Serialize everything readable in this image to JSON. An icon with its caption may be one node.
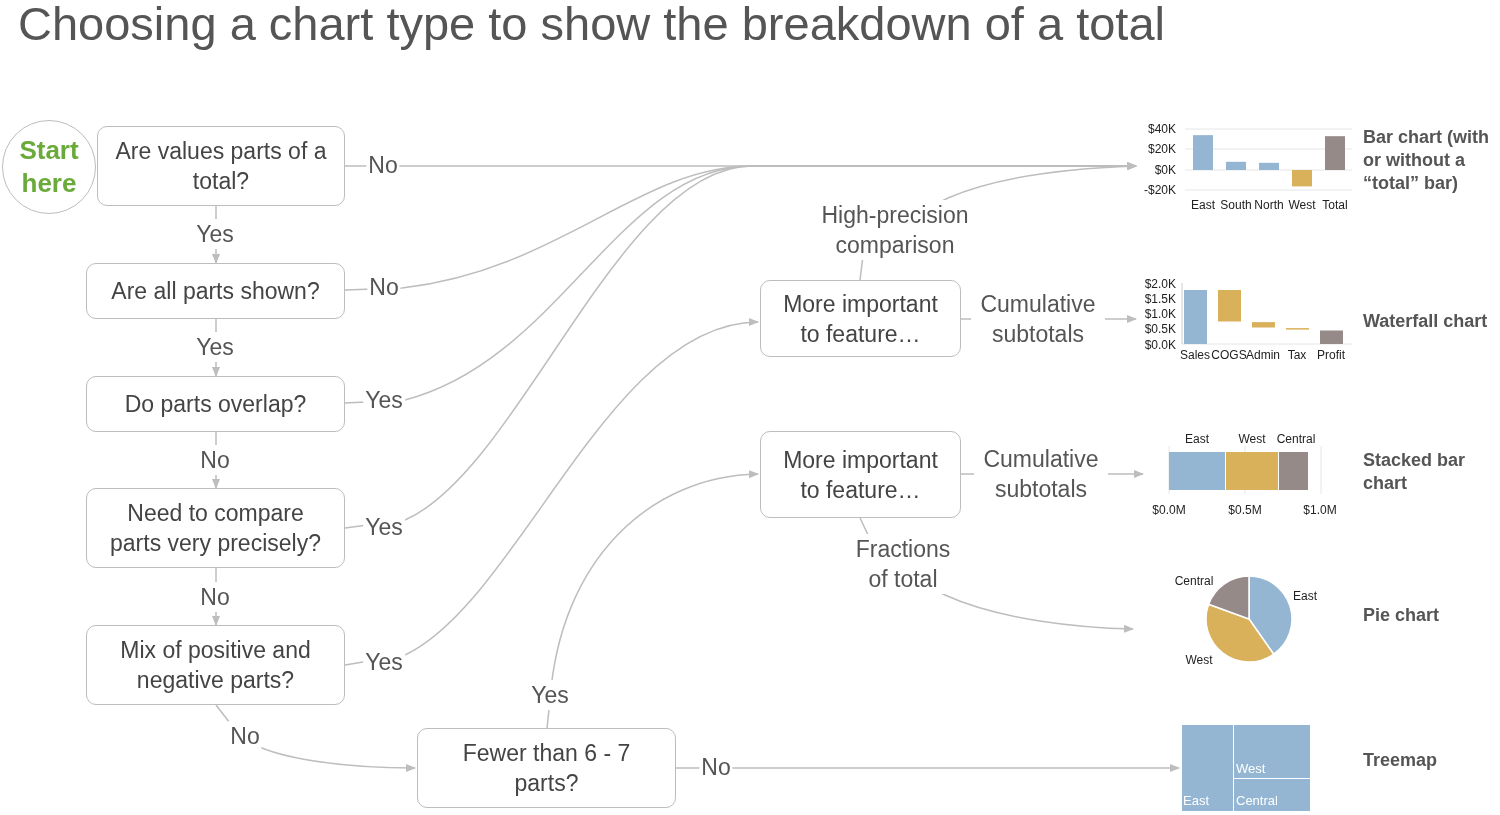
{
  "diagram": {
    "title": "Choosing a chart type to show the breakdown of a total",
    "nodes": [
      {
        "text": [
          "Start here"
        ]
      },
      {
        "text": [
          "Are values parts of a total?"
        ]
      },
      {
        "text": [
          "Are all parts shown?"
        ]
      },
      {
        "text": [
          "Do parts overlap?"
        ]
      },
      {
        "text": [
          "Need to compare parts very precisely?"
        ]
      },
      {
        "text": [
          "Mix of positive and negative parts?"
        ]
      },
      {
        "text": [
          "Fewer than 6 - 7 parts?"
        ]
      },
      {
        "text": [
          "More important to feature…"
        ]
      },
      {
        "text": [
          "More important to feature…"
        ]
      },
      {
        "text": [
          "$40K",
          "$20K",
          "$0K",
          "-$20K",
          "East",
          "South",
          "North",
          "West",
          "Total"
        ],
        "beside": [
          "Bar chart (with or without a “total” bar)"
        ]
      },
      {
        "text": [
          "$2.0K",
          "$1.5K",
          "$1.0K",
          "$0.5K",
          "$0.0K",
          "Sales",
          "COGS",
          "Admin",
          "Tax",
          "Profit"
        ],
        "beside": [
          "Waterfall chart"
        ]
      },
      {
        "text": [
          "East",
          "West",
          "Central",
          "$0.0M",
          "$0.5M",
          "$1.0M"
        ],
        "beside": [
          "Stacked bar chart"
        ]
      },
      {
        "text": [
          "Central",
          "East",
          "West"
        ],
        "beside": [
          "Pie chart"
        ]
      },
      {
        "text": [
          "West",
          "East",
          "Central"
        ],
        "beside": [
          "Treemap"
        ]
      }
    ],
    "edges": [
      {
        "from": 1,
        "to": 2,
        "arrow": "to",
        "label": "Yes"
      },
      {
        "from": 2,
        "to": 3,
        "arrow": "to",
        "label": "Yes"
      },
      {
        "from": 3,
        "to": 4,
        "arrow": "to",
        "label": "No"
      },
      {
        "from": 4,
        "to": 5,
        "arrow": "to",
        "label": "No"
      },
      {
        "from": 1,
        "to": 9,
        "arrow": "to",
        "label": "No"
      },
      {
        "from": 2,
        "to": 9,
        "arrow": "to",
        "label": "No"
      },
      {
        "from": 3,
        "to": 9,
        "arrow": "to",
        "label": "Yes"
      },
      {
        "from": 4,
        "to": 9,
        "arrow": "to",
        "label": "Yes"
      },
      {
        "from": 5,
        "to": 7,
        "arrow": "to",
        "label": "Yes"
      },
      {
        "from": 5,
        "to": 6,
        "arrow": "to",
        "label": "No"
      },
      {
        "from": 6,
        "to": 8,
        "arrow": "to",
        "label": "Yes"
      },
      {
        "from": 6,
        "to": 13,
        "arrow": "to",
        "label": "No"
      },
      {
        "from": 7,
        "to": 9,
        "arrow": "to",
        "label": "High-precision comparison"
      },
      {
        "from": 7,
        "to": 10,
        "arrow": "to",
        "label": "Cumulative subtotals"
      },
      {
        "from": 8,
        "to": 11,
        "arrow": "to",
        "label": "Cumulative subtotals"
      },
      {
        "from": 8,
        "to": 12,
        "arrow": "to",
        "label": "Fractions of total"
      }
    ]
  }
}
